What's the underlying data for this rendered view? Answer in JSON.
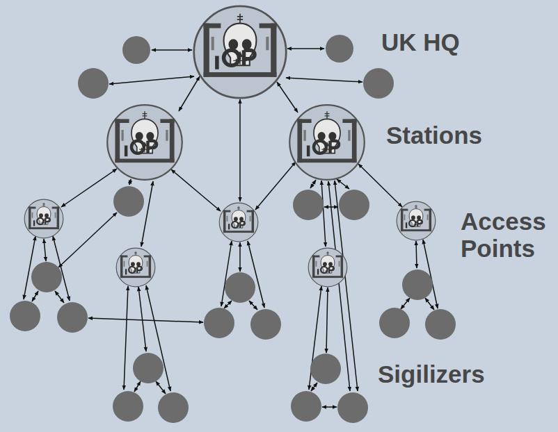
{
  "diagram": {
    "labels": [
      "UK HQ",
      "Stations",
      "Access Points",
      "Sigilizers"
    ]
  }
}
